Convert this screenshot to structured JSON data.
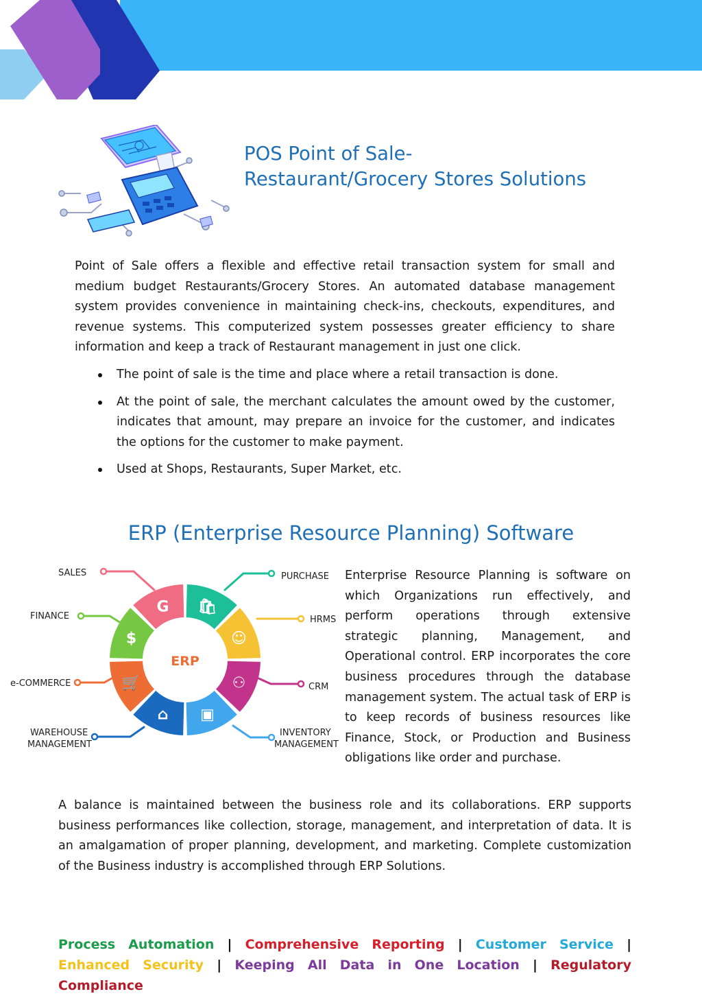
{
  "pos": {
    "title_line1": "POS Point of Sale-",
    "title_line2": "Restaurant/Grocery Stores Solutions",
    "intro": "Point of Sale offers a flexible and effective retail transaction system for small and medium budget Restaurants/Grocery Stores. An automated database management system provides convenience in maintaining check-ins, checkouts, expenditures, and revenue systems. This computerized system possesses greater efficiency to share information and keep a track of Restaurant management in just one click.",
    "bullets": [
      "The point of sale is the time and place where a retail transaction is done.",
      "At the point of sale, the merchant calculates the amount owed by the customer, indicates that amount, may prepare an invoice for the customer, and indicates the options for the customer to make payment.",
      "Used at Shops, Restaurants, Super Market, etc."
    ]
  },
  "erp": {
    "title": "ERP (Enterprise Resource Planning) Software",
    "diagram": {
      "center": "ERP",
      "labels": {
        "sales": "SALES",
        "purchase": "PURCHASE",
        "finance": "FINANCE",
        "hrms": "HRMS",
        "ecommerce": "e-COMMERCE",
        "crm": "CRM",
        "warehouse_1": "WAREHOUSE",
        "warehouse_2": "MANAGEMENT",
        "inventory_1": "INVENTORY",
        "inventory_2": "MANAGEMENT"
      },
      "colors": {
        "sales": "#f06c82",
        "purchase": "#1cbf98",
        "hrms": "#f5c234",
        "crm": "#c2348c",
        "inventory": "#42a6ec",
        "warehouse": "#1a6bbf",
        "ecommerce": "#ee6d35",
        "finance": "#76c843",
        "center_text": "#ee6d35"
      },
      "icons": [
        "google-pay-icon",
        "shopping-bag-icon",
        "person-icon",
        "group-icon",
        "box-icon",
        "warehouse-icon",
        "cart-icon",
        "dollar-icon"
      ]
    },
    "para1": "Enterprise Resource Planning is software on which Organizations run effectively, and perform operations through extensive strategic planning, Management, and Operational control. ERP incorporates the core business procedures through the database management system. The actual task of ERP is to keep records of business resources like Finance, Stock, or Production and Business obligations like order and purchase.",
    "para2": " A balance is maintained between the business role and its collaborations. ERP supports business performances like collection, storage, management, and interpretation of data. It is an amalgamation of proper planning, development, and marketing. Complete customization of the Business industry is accomplished through ERP Solutions."
  },
  "footer": {
    "items": [
      {
        "text": "Process Automation",
        "color": "#1a9c4a"
      },
      {
        "text": "Comprehensive Reporting",
        "color": "#d51f2a"
      },
      {
        "text": "Customer Service",
        "color": "#23a9d8"
      },
      {
        "text": "Enhanced Security",
        "color": "#f2c21b"
      },
      {
        "text": "Keeping All Data in One Location",
        "color": "#7b3a9c"
      },
      {
        "text": "Regulatory Compliance",
        "color": "#b51c2a"
      }
    ],
    "separator": "|"
  },
  "theme": {
    "banner_blue": "#3ab4f8",
    "purple": "#9c5fcc",
    "navy": "#2235b0",
    "light_blue": "#8fcef0",
    "title_blue": "#1f6fb6"
  }
}
